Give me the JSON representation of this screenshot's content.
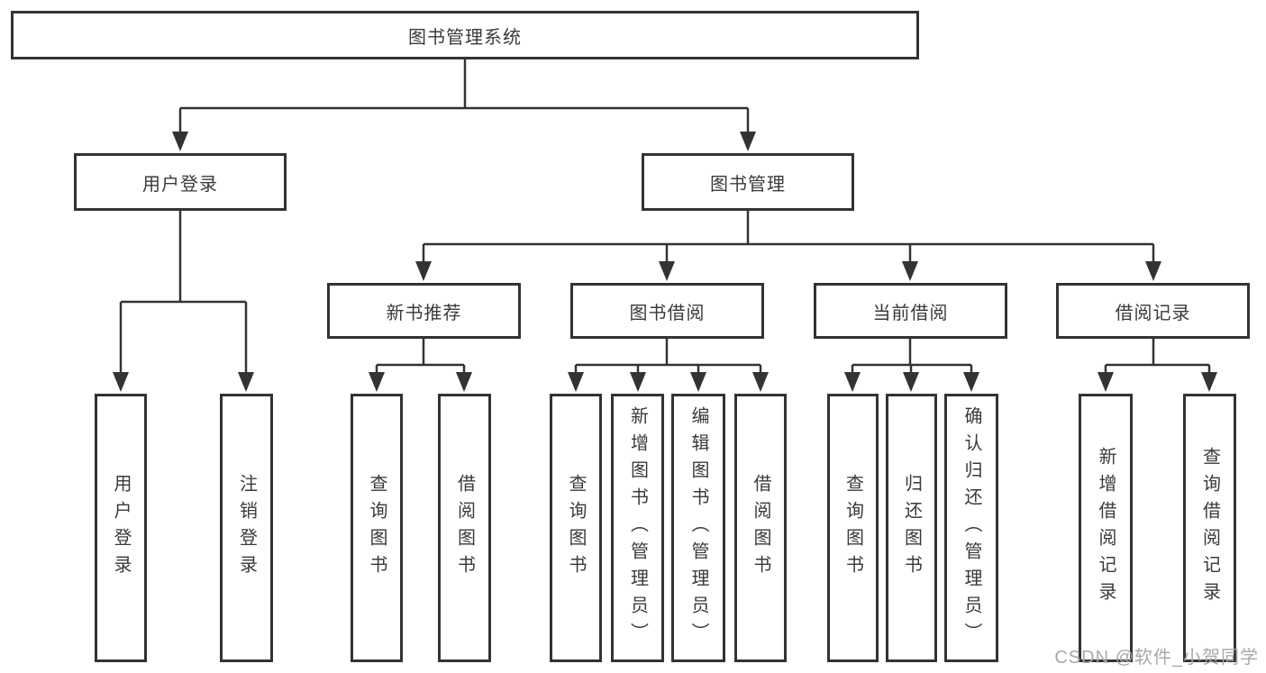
{
  "diagram": {
    "root": "图书管理系统",
    "level2": [
      "用户登录",
      "图书管理"
    ],
    "level3": [
      "新书推荐",
      "图书借阅",
      "当前借阅",
      "借阅记录"
    ],
    "leaves": {
      "user_login": [
        "用户登录",
        "注销登录"
      ],
      "new_books": [
        "查询图书",
        "借阅图书"
      ],
      "book_borrow": [
        "查询图书",
        "新增图书（管理员）",
        "编辑图书（管理员）",
        "借阅图书"
      ],
      "current_borrow": [
        "查询图书",
        "归还图书",
        "确认归还（管理员）"
      ],
      "borrow_records": [
        "新增借阅记录",
        "查询借阅记录"
      ]
    },
    "colors": {
      "line": "#333333",
      "text": "#3a3a3a",
      "box_fill": "#ffffff",
      "background": "#ffffff",
      "watermark": "#a8a8a8"
    }
  },
  "watermark": "CSDN @软件_小贺同学"
}
